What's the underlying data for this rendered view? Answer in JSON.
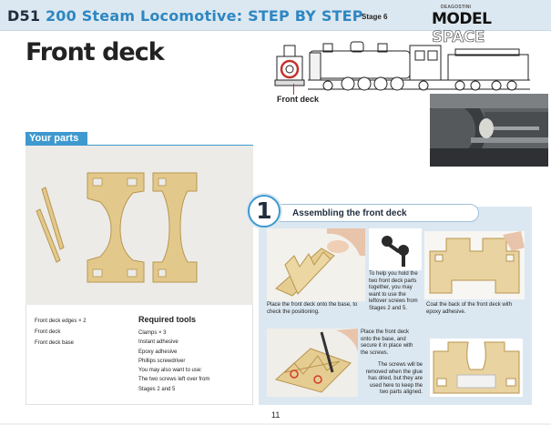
{
  "header": {
    "series_code": "D51",
    "series_title": "200 Steam Locomotive: STEP BY STEP",
    "stage": "Stage 6",
    "logo_small": "DEAGOSTINI",
    "logo_main_a": "MODEL",
    "logo_main_b": "SPACE"
  },
  "page": {
    "title": "Front deck",
    "page_number": "11"
  },
  "diagram": {
    "label": "Front deck"
  },
  "parts": {
    "heading": "Your parts",
    "items": [
      "Front deck edges × 2",
      "Front deck",
      "Front deck base"
    ]
  },
  "tools": {
    "heading": "Required tools",
    "items": [
      "Clamps × 3",
      "Instant adhesive",
      "Epoxy adhesive",
      "Phillips screwdriver",
      "You may also want to use:",
      "The two screws left over from",
      "Stages 2 and 5"
    ]
  },
  "step": {
    "number": "1",
    "title": "Assembling the front deck",
    "captions": {
      "a": "Place the front deck onto the base, to check the positioning.",
      "b": "To help you hold the two front deck parts together, you may want to use the leftover screws from Stages 2 and 5.",
      "c": "Coat the back of the front deck with epoxy adhesive.",
      "d": "Place the front deck onto the base, and secure it in place with the screws.",
      "e": "The screws will be removed when the glue has dried, but they are used here to keep the two parts aligned."
    }
  },
  "colors": {
    "accent_blue": "#3e99cf",
    "header_bg": "#dce8f1",
    "brass": "#d8bc7a"
  }
}
